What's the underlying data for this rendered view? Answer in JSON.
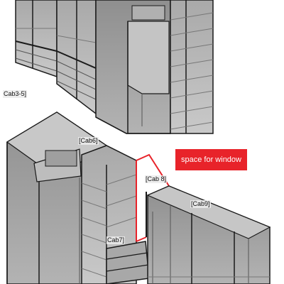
{
  "labels": {
    "cab3_5": "Cab3-5]",
    "cab6": "[Cab6]",
    "cab7": "Cab7]",
    "cab8": "[Cab 8]",
    "cab9": "[Cab9]"
  },
  "callout": {
    "text": "space for window"
  },
  "colors": {
    "accent": "#e8232a",
    "cabinet_fill": "#b5b5b5",
    "cabinet_stroke": "#1a1a1a",
    "shelf_stroke": "#777777"
  }
}
